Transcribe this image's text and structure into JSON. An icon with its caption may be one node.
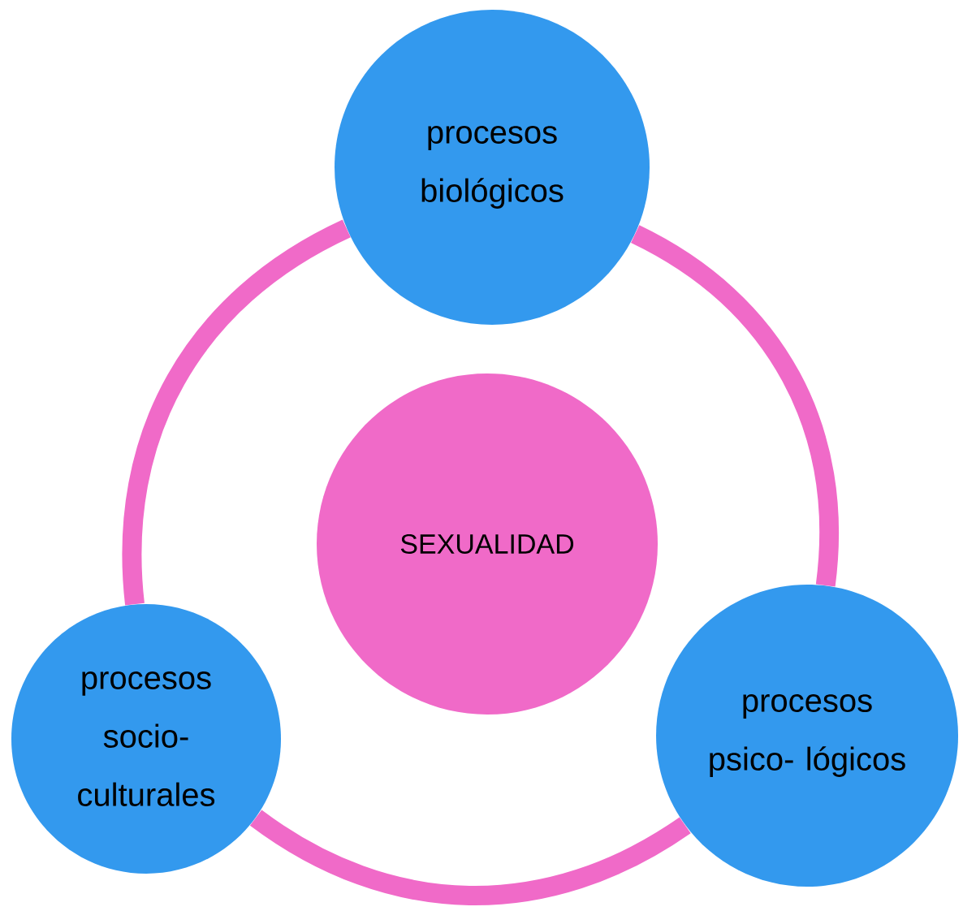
{
  "diagram": {
    "nodes": [
      {
        "text": [
          "procesos biológicos"
        ]
      },
      {
        "text": [
          "SEXUALIDAD"
        ]
      },
      {
        "text": [
          "procesos socio- culturales"
        ]
      },
      {
        "text": [
          "procesos psico- lógicos"
        ]
      }
    ],
    "edges": [
      {
        "from": 0,
        "to": 3,
        "arrow": "none"
      },
      {
        "from": 3,
        "to": 2,
        "arrow": "none"
      },
      {
        "from": 2,
        "to": 0,
        "arrow": "none"
      }
    ]
  }
}
